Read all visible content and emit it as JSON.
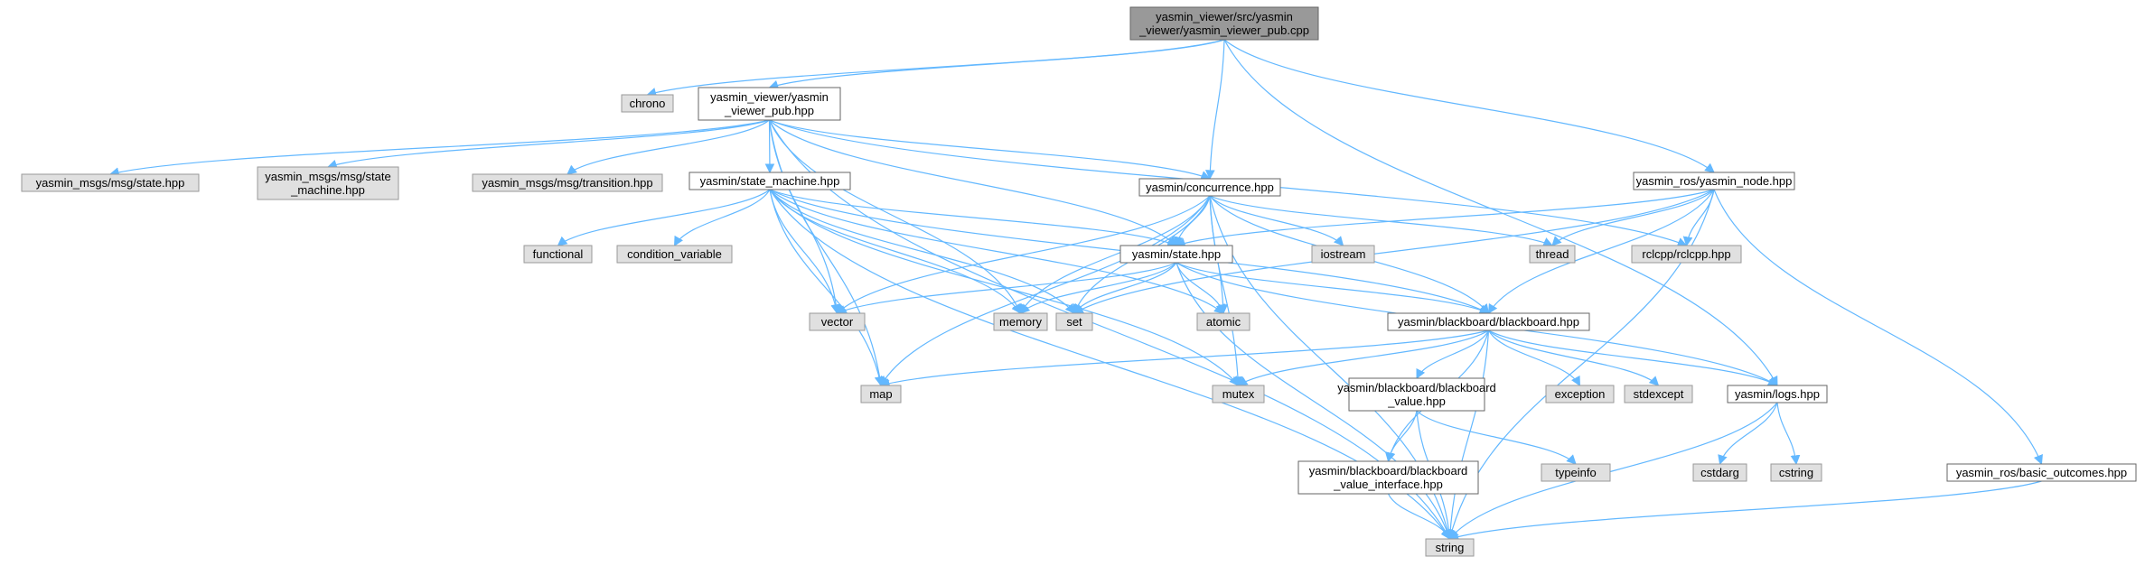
{
  "colors": {
    "edge": "#63b8ff",
    "root_fill": "#999999",
    "root_stroke": "#666666",
    "doc_fill": "#ffffff",
    "doc_stroke": "#666666",
    "ext_fill": "#e0e0e0",
    "ext_stroke": "#999999"
  },
  "nodes": [
    {
      "id": "root",
      "kind": "root",
      "lines": [
        "yasmin_viewer/src/yasmin",
        "_viewer/yasmin_viewer_pub.cpp"
      ]
    },
    {
      "id": "chrono",
      "kind": "ext",
      "lines": [
        "chrono"
      ]
    },
    {
      "id": "pubhpp",
      "kind": "doc",
      "lines": [
        "yasmin_viewer/yasmin",
        "_viewer_pub.hpp"
      ]
    },
    {
      "id": "concurrence",
      "kind": "doc",
      "lines": [
        "yasmin/concurrence.hpp"
      ]
    },
    {
      "id": "yasminnode",
      "kind": "doc",
      "lines": [
        "yasmin_ros/yasmin_node.hpp"
      ]
    },
    {
      "id": "msgstate",
      "kind": "ext",
      "lines": [
        "yasmin_msgs/msg/state.hpp"
      ]
    },
    {
      "id": "msgsm",
      "kind": "ext",
      "lines": [
        "yasmin_msgs/msg/state",
        "_machine.hpp"
      ]
    },
    {
      "id": "msgtrans",
      "kind": "ext",
      "lines": [
        "yasmin_msgs/msg/transition.hpp"
      ]
    },
    {
      "id": "statemachine",
      "kind": "doc",
      "lines": [
        "yasmin/state_machine.hpp"
      ]
    },
    {
      "id": "functional",
      "kind": "ext",
      "lines": [
        "functional"
      ]
    },
    {
      "id": "condvar",
      "kind": "ext",
      "lines": [
        "condition_variable"
      ]
    },
    {
      "id": "state",
      "kind": "doc",
      "lines": [
        "yasmin/state.hpp"
      ]
    },
    {
      "id": "iostream",
      "kind": "ext",
      "lines": [
        "iostream"
      ]
    },
    {
      "id": "thread",
      "kind": "ext",
      "lines": [
        "thread"
      ]
    },
    {
      "id": "rclcpp",
      "kind": "ext",
      "lines": [
        "rclcpp/rclcpp.hpp"
      ]
    },
    {
      "id": "vector",
      "kind": "ext",
      "lines": [
        "vector"
      ]
    },
    {
      "id": "memory",
      "kind": "ext",
      "lines": [
        "memory"
      ]
    },
    {
      "id": "set",
      "kind": "ext",
      "lines": [
        "set"
      ]
    },
    {
      "id": "atomic",
      "kind": "ext",
      "lines": [
        "atomic"
      ]
    },
    {
      "id": "blackboard",
      "kind": "doc",
      "lines": [
        "yasmin/blackboard/blackboard.hpp"
      ]
    },
    {
      "id": "map",
      "kind": "ext",
      "lines": [
        "map"
      ]
    },
    {
      "id": "mutex",
      "kind": "ext",
      "lines": [
        "mutex"
      ]
    },
    {
      "id": "bbvalue",
      "kind": "doc",
      "lines": [
        "yasmin/blackboard/blackboard",
        "_value.hpp"
      ]
    },
    {
      "id": "exception",
      "kind": "ext",
      "lines": [
        "exception"
      ]
    },
    {
      "id": "stdexcept",
      "kind": "ext",
      "lines": [
        "stdexcept"
      ]
    },
    {
      "id": "logs",
      "kind": "doc",
      "lines": [
        "yasmin/logs.hpp"
      ]
    },
    {
      "id": "typeinfo",
      "kind": "ext",
      "lines": [
        "typeinfo"
      ]
    },
    {
      "id": "cstdarg",
      "kind": "ext",
      "lines": [
        "cstdarg"
      ]
    },
    {
      "id": "cstring",
      "kind": "ext",
      "lines": [
        "cstring"
      ]
    },
    {
      "id": "basicoutcomes",
      "kind": "doc",
      "lines": [
        "yasmin_ros/basic_outcomes.hpp"
      ]
    },
    {
      "id": "bbvalueif",
      "kind": "doc",
      "lines": [
        "yasmin/blackboard/blackboard",
        "_value_interface.hpp"
      ]
    },
    {
      "id": "string",
      "kind": "ext",
      "lines": [
        "string"
      ]
    }
  ],
  "edges": [
    [
      "root",
      "chrono"
    ],
    [
      "root",
      "pubhpp"
    ],
    [
      "root",
      "concurrence"
    ],
    [
      "root",
      "yasminnode"
    ],
    [
      "root",
      "logs"
    ],
    [
      "pubhpp",
      "msgstate"
    ],
    [
      "pubhpp",
      "msgsm"
    ],
    [
      "pubhpp",
      "msgtrans"
    ],
    [
      "pubhpp",
      "statemachine"
    ],
    [
      "pubhpp",
      "concurrence"
    ],
    [
      "pubhpp",
      "state"
    ],
    [
      "pubhpp",
      "rclcpp"
    ],
    [
      "pubhpp",
      "vector"
    ],
    [
      "pubhpp",
      "memory"
    ],
    [
      "pubhpp",
      "map"
    ],
    [
      "pubhpp",
      "string"
    ],
    [
      "statemachine",
      "functional"
    ],
    [
      "statemachine",
      "condvar"
    ],
    [
      "statemachine",
      "state"
    ],
    [
      "statemachine",
      "vector"
    ],
    [
      "statemachine",
      "memory"
    ],
    [
      "statemachine",
      "set"
    ],
    [
      "statemachine",
      "atomic"
    ],
    [
      "statemachine",
      "blackboard"
    ],
    [
      "statemachine",
      "map"
    ],
    [
      "statemachine",
      "mutex"
    ],
    [
      "statemachine",
      "string"
    ],
    [
      "concurrence",
      "state"
    ],
    [
      "concurrence",
      "iostream"
    ],
    [
      "concurrence",
      "thread"
    ],
    [
      "concurrence",
      "vector"
    ],
    [
      "concurrence",
      "memory"
    ],
    [
      "concurrence",
      "set"
    ],
    [
      "concurrence",
      "atomic"
    ],
    [
      "concurrence",
      "blackboard"
    ],
    [
      "concurrence",
      "map"
    ],
    [
      "concurrence",
      "mutex"
    ],
    [
      "concurrence",
      "string"
    ],
    [
      "yasminnode",
      "state"
    ],
    [
      "yasminnode",
      "thread"
    ],
    [
      "yasminnode",
      "rclcpp"
    ],
    [
      "yasminnode",
      "blackboard"
    ],
    [
      "yasminnode",
      "set"
    ],
    [
      "yasminnode",
      "basicoutcomes"
    ],
    [
      "yasminnode",
      "string"
    ],
    [
      "state",
      "vector"
    ],
    [
      "state",
      "memory"
    ],
    [
      "state",
      "set"
    ],
    [
      "state",
      "atomic"
    ],
    [
      "state",
      "blackboard"
    ],
    [
      "state",
      "logs"
    ],
    [
      "state",
      "string"
    ],
    [
      "blackboard",
      "map"
    ],
    [
      "blackboard",
      "mutex"
    ],
    [
      "blackboard",
      "bbvalue"
    ],
    [
      "blackboard",
      "exception"
    ],
    [
      "blackboard",
      "stdexcept"
    ],
    [
      "blackboard",
      "logs"
    ],
    [
      "blackboard",
      "bbvalueif"
    ],
    [
      "blackboard",
      "string"
    ],
    [
      "bbvalue",
      "bbvalueif"
    ],
    [
      "bbvalue",
      "typeinfo"
    ],
    [
      "bbvalue",
      "string"
    ],
    [
      "bbvalueif",
      "string"
    ],
    [
      "logs",
      "cstdarg"
    ],
    [
      "logs",
      "cstring"
    ],
    [
      "logs",
      "string"
    ],
    [
      "basicoutcomes",
      "string"
    ]
  ]
}
